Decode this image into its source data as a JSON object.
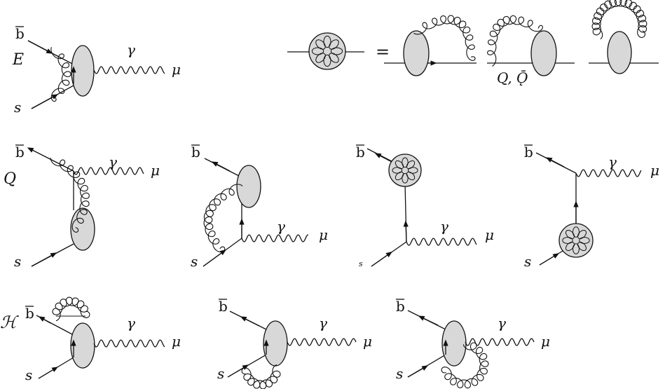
{
  "rows": {
    "E": "E",
    "Q": "Q",
    "H": "ℋ"
  },
  "particles": {
    "bbar": "b",
    "s": "s",
    "gamma": "γ",
    "mu": "μ"
  },
  "equation": {
    "equals": "=",
    "label": "Q, Ǭ"
  },
  "colors": {
    "line": "#111111",
    "blob_fill": "#d8d8d8",
    "background": "#ffffff"
  }
}
